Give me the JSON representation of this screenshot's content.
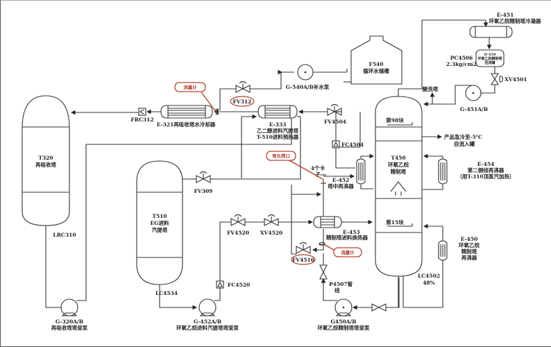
{
  "colors": {
    "line": "#333333",
    "annotation": "#b2412f",
    "background": "#ffffff"
  },
  "equipment": {
    "t320": {
      "tag": "T320",
      "name": "再吸收塔"
    },
    "t510": {
      "tag": "T510",
      "name1": "EG进料",
      "name2": "汽提塔"
    },
    "t450": {
      "tag": "T450",
      "name1": "环氧乙烷",
      "name2": "精制塔",
      "tray_top": "第98块",
      "tray_bottom": "第15块"
    },
    "f540": {
      "tag": "F540",
      "name": "循环水储槽"
    },
    "e321": {
      "label": "E-321再吸收塔水冷却器"
    },
    "e333": {
      "tag": "E-333",
      "name1": "乙二醇进料汽提塔",
      "name2": "T-510进料预热器"
    },
    "e451": {
      "tag": "E-451",
      "name": "环氧乙烷精制塔冷凝器"
    },
    "d450": {
      "tag": "D-450",
      "name1": "环氧乙烷精制塔",
      "name2": "回流罐"
    },
    "e452": {
      "tag": "E-452",
      "name": "塔中再沸器"
    },
    "e453": {
      "tag": "E-453",
      "name": "精制塔进料换热器"
    },
    "e454": {
      "tag": "E-454",
      "name1": "第二侧线再沸器",
      "name2": "（用T-310顶蒸汽加热）"
    },
    "e450": {
      "tag": "E-450",
      "name1": "环氧乙烷",
      "name2": "精制塔",
      "name3": "再沸器"
    },
    "g320": {
      "tag": "G-320A/B",
      "name": "再吸收塔塔釜泵"
    },
    "g452": {
      "tag": "G-452A/B",
      "name": "环氧乙烷进料汽提塔塔釜泵"
    },
    "g450": {
      "tag": "G450A/B",
      "name": "环氧乙烷精制塔塔釜泵"
    },
    "g451": {
      "tag": "G-451A/B"
    },
    "g540": {
      "tag": "G-540A/B补水泵"
    }
  },
  "instruments": {
    "frc312": "FRC312",
    "fv312": "FV312",
    "fv4504": "FV4504",
    "fc4504": "FC4504",
    "fv309": "FV309",
    "fv4520": "FV4520",
    "xv4520": "XV4520",
    "fc4520": "FC4520",
    "fv4516": "FV4516",
    "xv4501": "XV4501",
    "pc4506": "PC4506",
    "pc4506_value": "2.3kg/cm2",
    "lrc310": "LRC310",
    "lc4534": "LC4534",
    "lc4502": "LC4502",
    "lc4502_value": "48%"
  },
  "streams": {
    "acid_wash": "酸洗塔",
    "product1": "产品急冷至-5℃",
    "product2": "自流入罐",
    "p4507_1": "P4507管",
    "p4507_2": "线",
    "clamp1": "4个卡",
    "clamp2": "子"
  },
  "annotations": {
    "flowmeter_top": "流量计",
    "elbow_weld": "弯头焊口",
    "flowmeter_bottom": "流量计"
  }
}
